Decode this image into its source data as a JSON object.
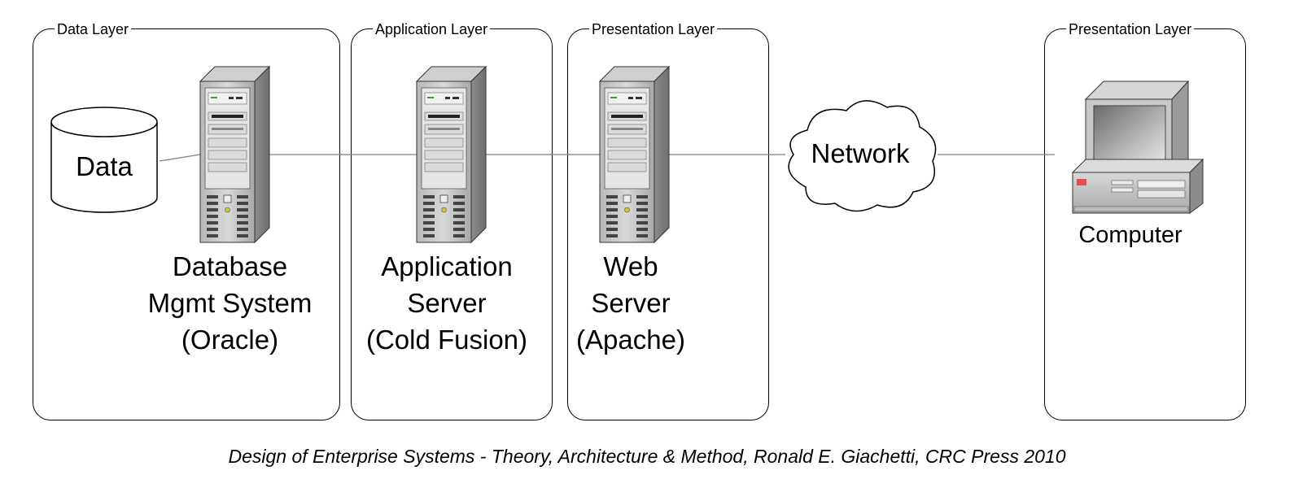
{
  "layers": [
    {
      "title": "Data Layer"
    },
    {
      "title": "Application Layer"
    },
    {
      "title": "Presentation Layer"
    },
    {
      "title": "Presentation Layer"
    }
  ],
  "nodes": {
    "data_store": "Data",
    "network": "Network",
    "computer": "Computer",
    "dbms": [
      "Database",
      "Mgmt System",
      "(Oracle)"
    ],
    "app_server": [
      "Application",
      "Server",
      "(Cold Fusion)"
    ],
    "web_server": [
      "Web",
      "Server",
      "(Apache)"
    ]
  },
  "icons": {
    "data_store": "database-cylinder-icon",
    "servers": "tower-server-icon",
    "network": "network-cloud-icon",
    "computer": "desktop-computer-icon"
  },
  "caption": "Design of Enterprise Systems - Theory, Architecture & Method, Ronald E. Giachetti, CRC Press 2010"
}
